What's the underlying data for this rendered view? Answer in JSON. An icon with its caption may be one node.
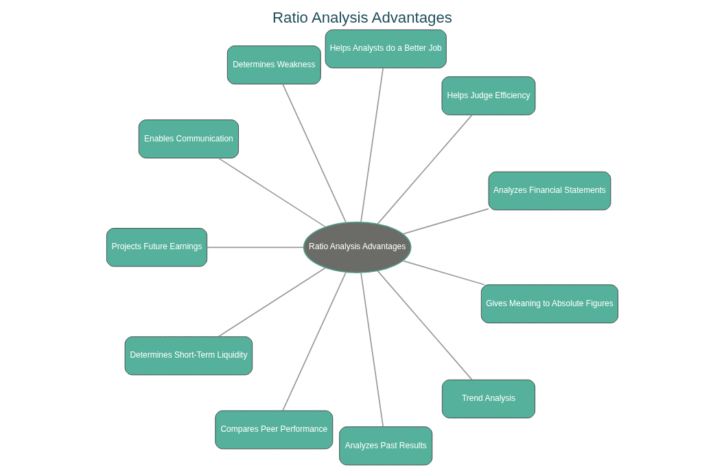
{
  "diagram": {
    "title": "Ratio Analysis Advantages",
    "nodes": [
      {
        "text": [
          "Ratio Analysis Advantages"
        ]
      },
      {
        "text": [
          "Analyzes Financial Statements"
        ]
      },
      {
        "text": [
          "Helps Judge Efficiency"
        ]
      },
      {
        "text": [
          "Helps Analysts do a Better Job"
        ]
      },
      {
        "text": [
          "Determines Weakness"
        ]
      },
      {
        "text": [
          "Enables Communication"
        ]
      },
      {
        "text": [
          "Projects Future Earnings"
        ]
      },
      {
        "text": [
          "Determines Short-Term Liquidity"
        ]
      },
      {
        "text": [
          "Compares Peer Performance"
        ]
      },
      {
        "text": [
          "Analyzes Past Results"
        ]
      },
      {
        "text": [
          "Trend Analysis"
        ]
      },
      {
        "text": [
          "Gives Meaning to Absolute Figures"
        ]
      }
    ],
    "edges": [
      {
        "from": 0,
        "to": 1,
        "arrow": "none"
      },
      {
        "from": 0,
        "to": 2,
        "arrow": "none"
      },
      {
        "from": 0,
        "to": 4,
        "arrow": "none"
      },
      {
        "from": 0,
        "to": 6,
        "arrow": "none"
      },
      {
        "from": 0,
        "to": 8,
        "arrow": "none"
      },
      {
        "from": 0,
        "to": 10,
        "arrow": "none"
      },
      {
        "from": 0,
        "to": 11,
        "arrow": "none"
      },
      {
        "from": 0,
        "to": 9,
        "arrow": "none"
      },
      {
        "from": 0,
        "to": 7,
        "arrow": "none"
      },
      {
        "from": 0,
        "to": 5,
        "arrow": "none"
      },
      {
        "from": 0,
        "to": 3,
        "arrow": "none"
      }
    ]
  }
}
